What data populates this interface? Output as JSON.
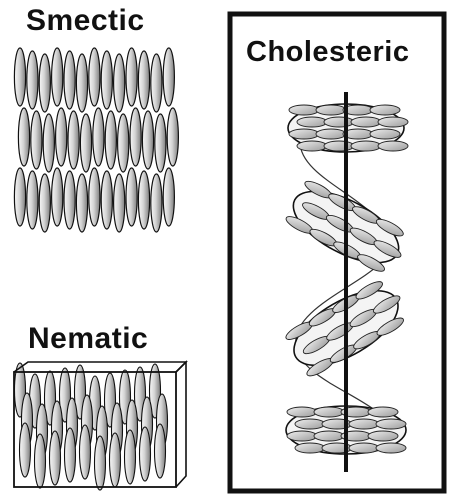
{
  "labels": {
    "smectic": "Smectic",
    "nematic": "Nematic",
    "cholesteric": "Cholesteric"
  },
  "colors": {
    "ink": "#111111",
    "molecule_light": "#f4f4f4",
    "molecule_dark": "#8a8a8a",
    "background": "#ffffff"
  }
}
